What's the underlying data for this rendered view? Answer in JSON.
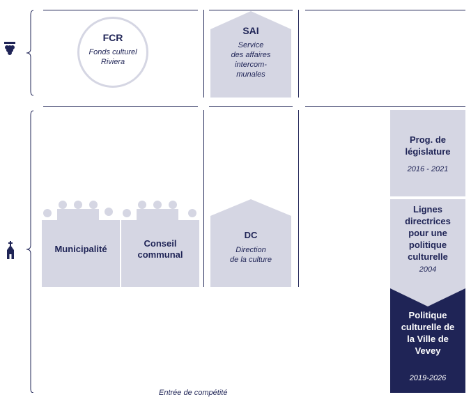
{
  "top": {
    "fcr": {
      "title": "FCR",
      "subtitle": "Fonds culturel\nRiviera"
    },
    "sai": {
      "title": "SAI",
      "subtitle": "Service\ndes affaires\nintercom-\nmunales"
    }
  },
  "bottom": {
    "municipalite": "Municipalité",
    "conseil": "Conseil\ncommunal",
    "dc": {
      "title": "DC",
      "subtitle": "Direction\nde la culture"
    }
  },
  "right_column": {
    "prog": {
      "title": "Prog. de\nlégislature",
      "years": "2016 - 2021"
    },
    "lignes": {
      "title": "Lignes\ndirectrices\npour une\npolitique\nculturelle",
      "year": "2004"
    },
    "politique": {
      "title": "Politique\nculturelle de\nla Ville de\nVevey",
      "years": "2019-2026"
    }
  },
  "footer_partial": "Entrée de compétité",
  "colors": {
    "navy": "#1f2456",
    "light": "#d5d6e3"
  }
}
